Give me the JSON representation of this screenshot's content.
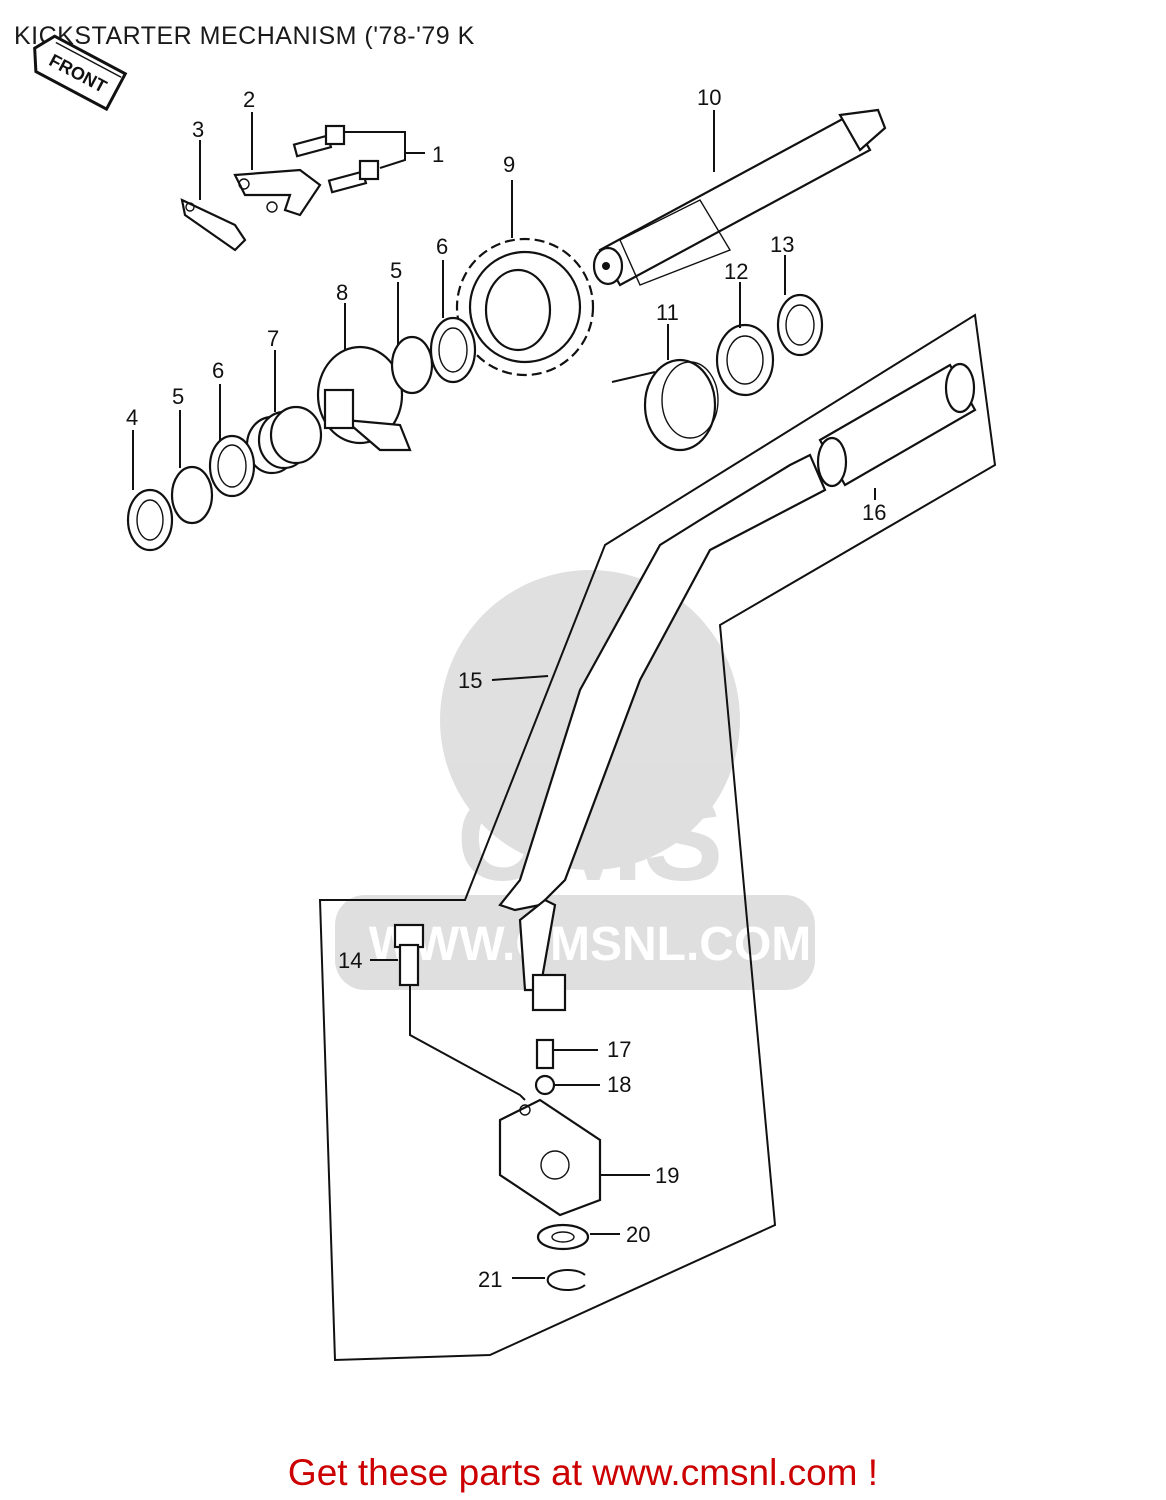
{
  "title": "KICKSTARTER MECHANISM ('78-'79 K",
  "front_tag": "FRONT",
  "watermark": {
    "logo": "CMS",
    "url": "WWW.CMSNL.COM"
  },
  "callouts": [
    {
      "id": "c1",
      "text": "1"
    },
    {
      "id": "c2",
      "text": "2"
    },
    {
      "id": "c3",
      "text": "3"
    },
    {
      "id": "c4",
      "text": "4"
    },
    {
      "id": "c5a",
      "text": "5"
    },
    {
      "id": "c5b",
      "text": "5"
    },
    {
      "id": "c6a",
      "text": "6"
    },
    {
      "id": "c6b",
      "text": "6"
    },
    {
      "id": "c7",
      "text": "7"
    },
    {
      "id": "c8",
      "text": "8"
    },
    {
      "id": "c9",
      "text": "9"
    },
    {
      "id": "c10",
      "text": "10"
    },
    {
      "id": "c11",
      "text": "11"
    },
    {
      "id": "c12",
      "text": "12"
    },
    {
      "id": "c13",
      "text": "13"
    },
    {
      "id": "c14",
      "text": "14"
    },
    {
      "id": "c15",
      "text": "15"
    },
    {
      "id": "c16",
      "text": "16"
    },
    {
      "id": "c17",
      "text": "17"
    },
    {
      "id": "c18",
      "text": "18"
    },
    {
      "id": "c19",
      "text": "19"
    },
    {
      "id": "c20",
      "text": "20"
    },
    {
      "id": "c21",
      "text": "21"
    }
  ],
  "footer": {
    "text": "Get these parts at www.cmsnl.com !",
    "color": "#cc0000"
  }
}
